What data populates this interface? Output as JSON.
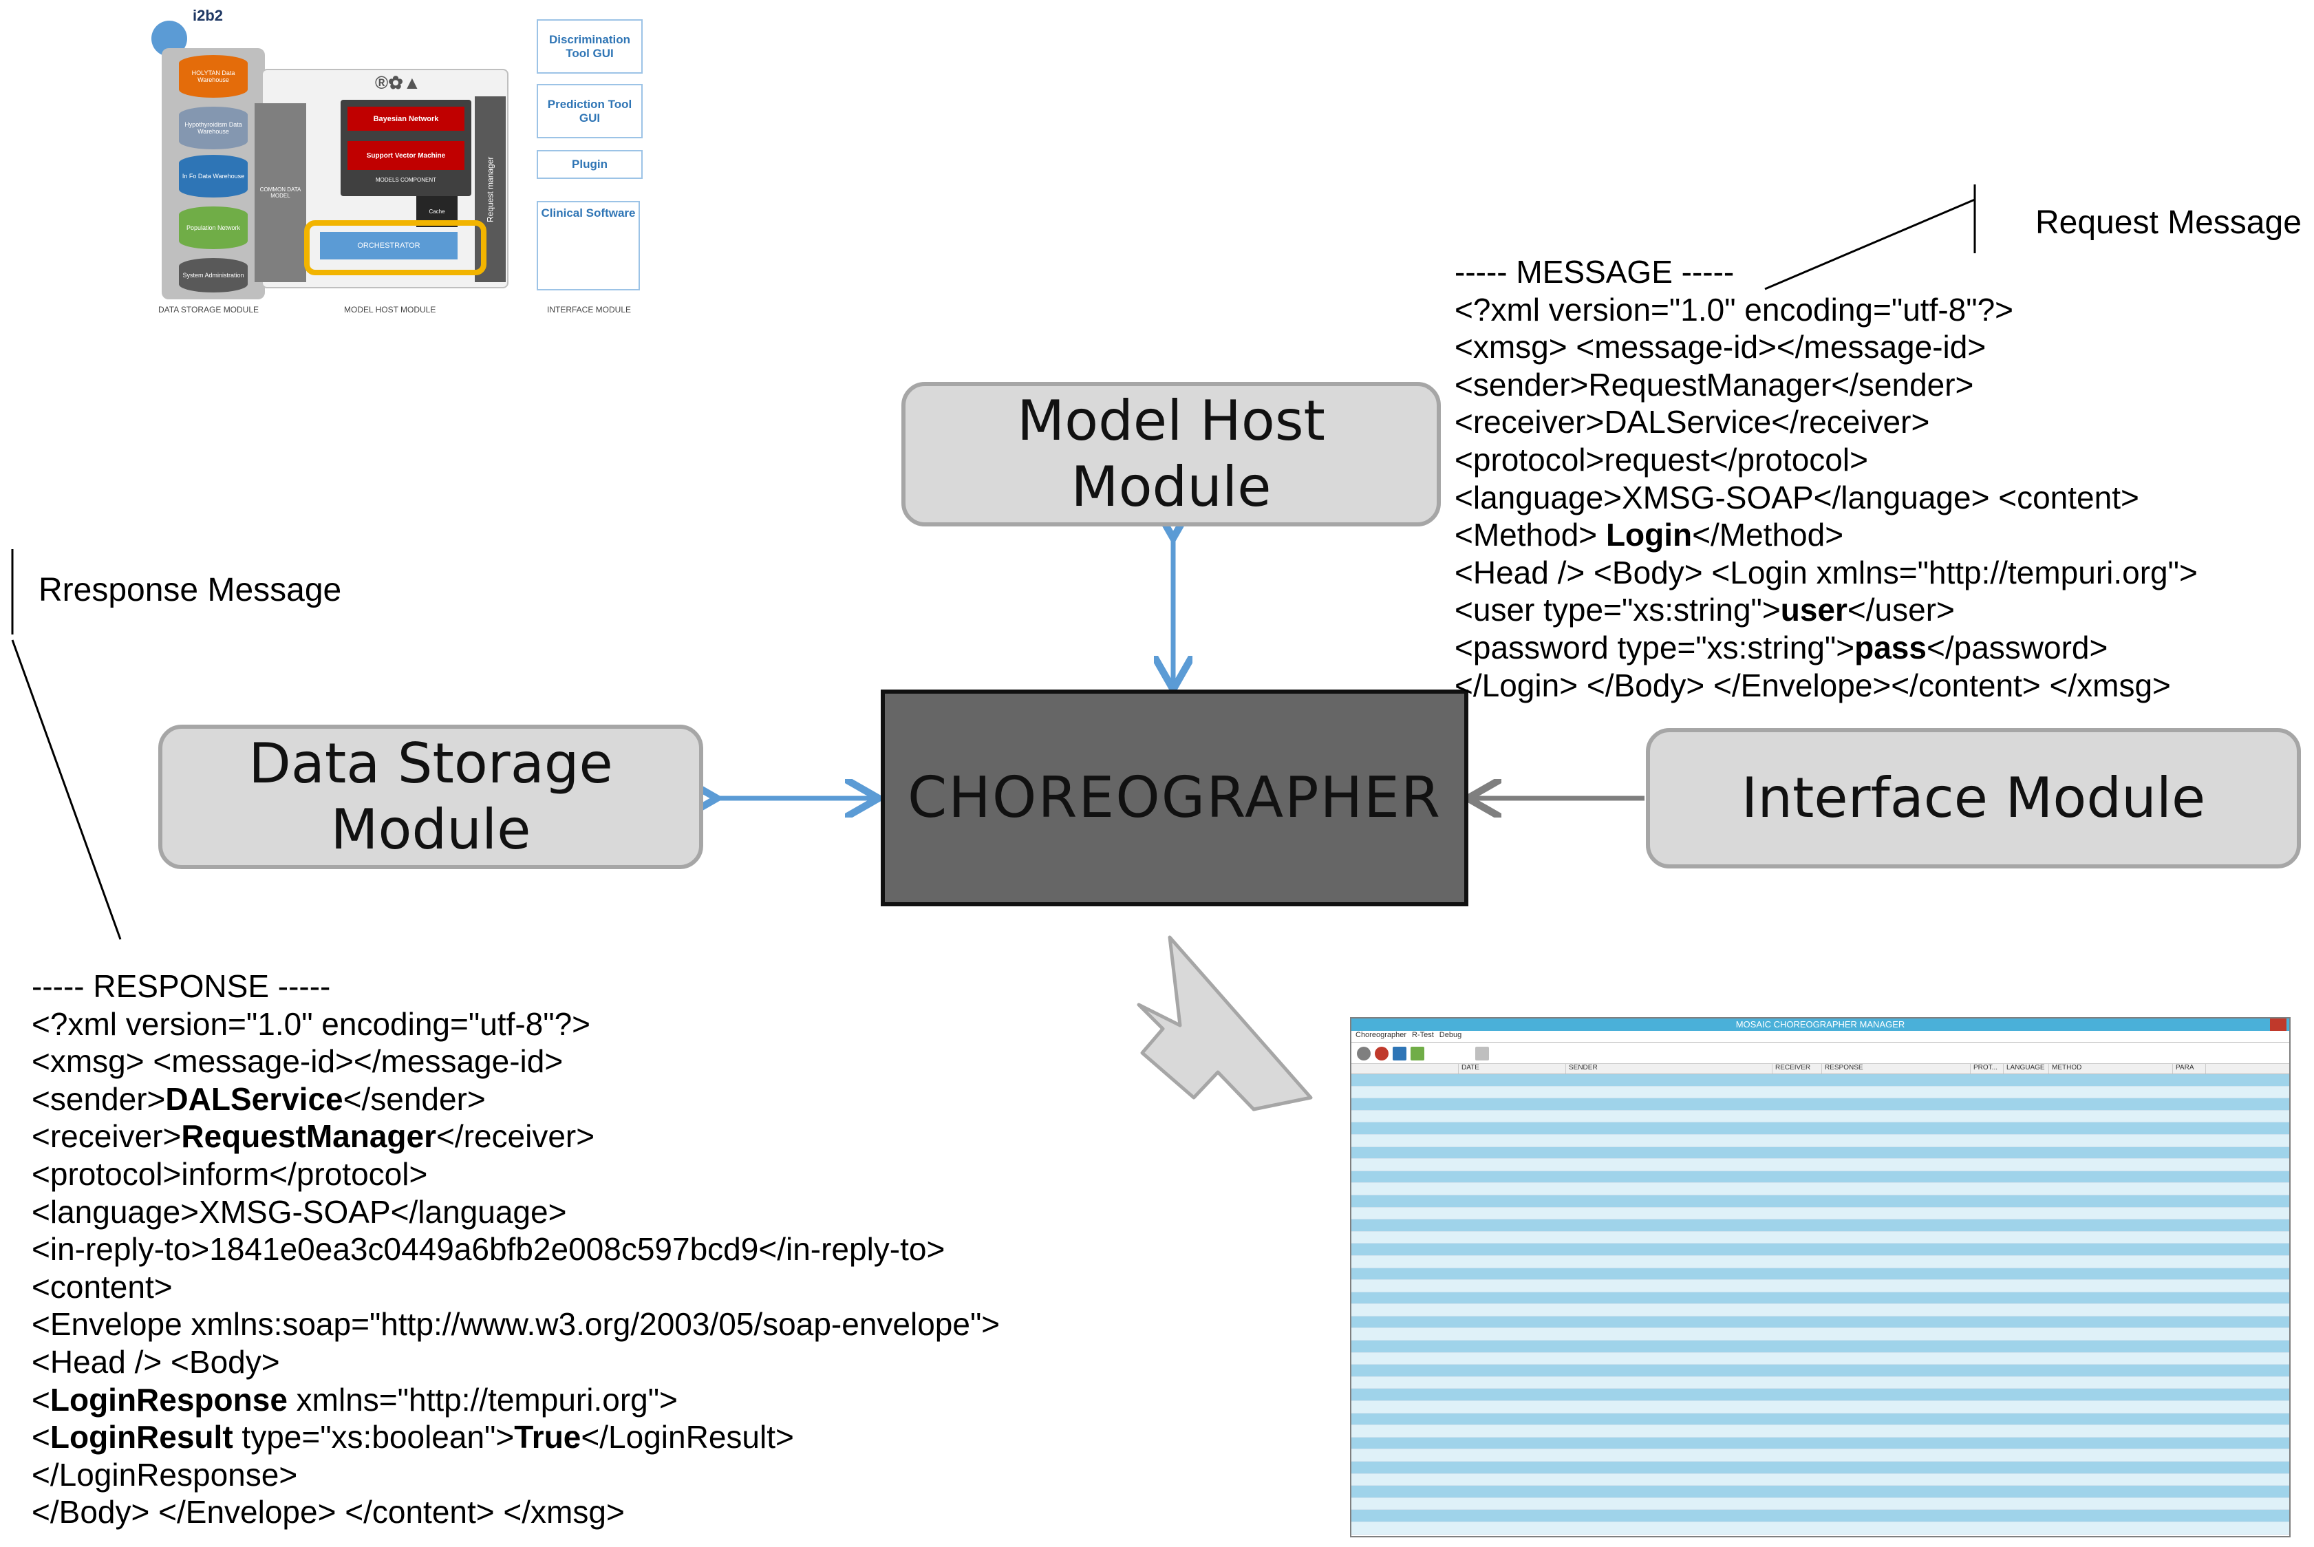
{
  "modules": {
    "model_host": [
      "Model Host",
      "Module"
    ],
    "data_storage": [
      "Data Storage",
      "Module"
    ],
    "choreographer": "CHOREOGRAPHER",
    "interface": "Interface Module"
  },
  "labels": {
    "request": "Request Message",
    "response": "Rresponse Message"
  },
  "request_message": [
    [
      {
        "t": "----- MESSAGE -----"
      }
    ],
    [
      {
        "t": "<?xml version=\"1.0\" encoding=\"utf-8\"?>"
      }
    ],
    [
      {
        "t": "<xmsg> <message-id></message-id>"
      }
    ],
    [
      {
        "t": "<sender>RequestManager</sender>"
      }
    ],
    [
      {
        "t": "<receiver>DALService</receiver>"
      }
    ],
    [
      {
        "t": "<protocol>request</protocol>"
      }
    ],
    [
      {
        "t": "<language>XMSG-SOAP</language> <content>"
      }
    ],
    [
      {
        "t": "<Method> "
      },
      {
        "t": "Login",
        "b": true
      },
      {
        "t": "</Method>"
      }
    ],
    [
      {
        "t": "<Head /> <Body> <Login xmlns=\"http://tempuri.org\">"
      }
    ],
    [
      {
        "t": "<user type=\"xs:string\">"
      },
      {
        "t": "user",
        "b": true
      },
      {
        "t": "</user>"
      }
    ],
    [
      {
        "t": "<password type=\"xs:string\">"
      },
      {
        "t": "pass",
        "b": true
      },
      {
        "t": "</password>"
      }
    ],
    [
      {
        "t": "</Login> </Body> </Envelope></content> </xmsg>"
      }
    ]
  ],
  "response_message": [
    [
      {
        "t": "----- RESPONSE -----"
      }
    ],
    [
      {
        "t": "<?xml version=\"1.0\" encoding=\"utf-8\"?>"
      }
    ],
    [
      {
        "t": "<xmsg> <message-id></message-id>"
      }
    ],
    [
      {
        "t": "<sender>"
      },
      {
        "t": "DALService",
        "b": true
      },
      {
        "t": "</sender>"
      }
    ],
    [
      {
        "t": "<receiver>"
      },
      {
        "t": "RequestManager",
        "b": true
      },
      {
        "t": "</receiver>"
      }
    ],
    [
      {
        "t": "<protocol>inform</protocol>"
      }
    ],
    [
      {
        "t": "<language>XMSG-SOAP</language>"
      }
    ],
    [
      {
        "t": "<in-reply-to>1841e0ea3c0449a6bfb2e008c597bcd9</in-reply-to>"
      }
    ],
    [
      {
        "t": "<content>"
      }
    ],
    [
      {
        "t": "<Envelope xmlns:soap=\"http://www.w3.org/2003/05/soap-envelope\">"
      }
    ],
    [
      {
        "t": "<Head /> <Body>"
      }
    ],
    [
      {
        "t": "<"
      },
      {
        "t": "LoginResponse",
        "b": true
      },
      {
        "t": " xmlns=\"http://tempuri.org\">"
      }
    ],
    [
      {
        "t": "<"
      },
      {
        "t": "LoginResult",
        "b": true
      },
      {
        "t": " type=\"xs:boolean\">"
      },
      {
        "t": "True",
        "b": true
      },
      {
        "t": "</LoginResult>"
      }
    ],
    [
      {
        "t": "</LoginResponse>"
      }
    ],
    [
      {
        "t": "</Body> </Envelope> </content> </xmsg>"
      }
    ]
  ],
  "architecture_thumbnail": {
    "logo": "i2b2",
    "storage_items": [
      "HOLYTAN Data Warehouse",
      "Hypothyroidism Data Warehouse",
      "In Fo Data Warehouse",
      "Population Network",
      "System Administration"
    ],
    "model_items": [
      "Bayesian Network",
      "Support Vector Machine",
      "MODELS COMPONENT",
      "Cache",
      "ORCHESTRATOR",
      "COMMON DATA MODEL",
      "Request manager"
    ],
    "interface_items": [
      "Discrimination Tool GUI",
      "Prediction Tool GUI",
      "Plugin",
      "Clinical Software"
    ],
    "captions": [
      "DATA STORAGE MODULE",
      "MODEL HOST MODULE",
      "INTERFACE MODULE"
    ]
  },
  "manager_window": {
    "title": "MOSAIC CHOREOGRAPHER MANAGER",
    "tabs": [
      "Choreographer",
      "R-Test",
      "Debug"
    ],
    "columns": [
      "",
      "DATE",
      "SENDER",
      "RECEIVER",
      "RESPONSE",
      "PROT...",
      "LANGUAGE",
      "METHOD",
      "PARA"
    ]
  },
  "colors": {
    "module_fill": "#d9d9d9",
    "module_border": "#a6a6a6",
    "choreographer_fill": "#666666",
    "arrow_blue": "#5b9bd5",
    "arrow_gray": "#7f7f7f",
    "orchestrator_highlight": "#f2b400"
  }
}
